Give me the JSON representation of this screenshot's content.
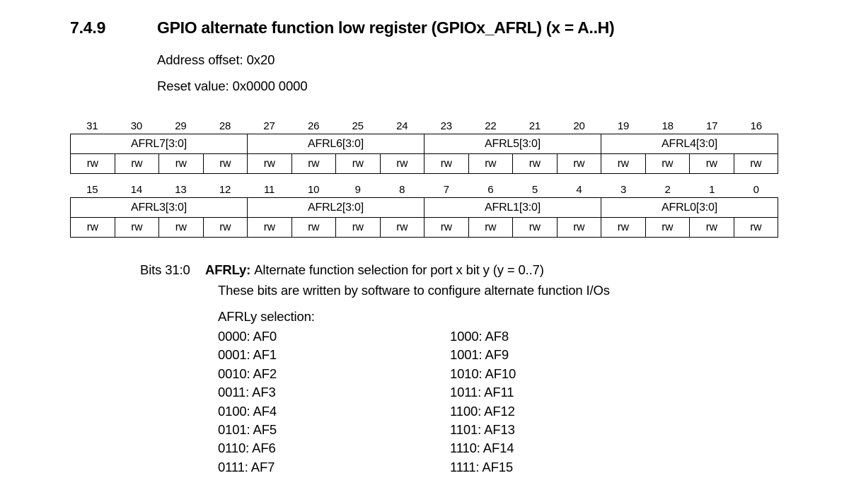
{
  "heading": {
    "number": "7.4.9",
    "title": "GPIO alternate function low register (GPIOx_AFRL) (x = A..H)"
  },
  "meta": {
    "address_offset": "Address offset: 0x20",
    "reset_value": "Reset value: 0x0000 0000"
  },
  "register": {
    "access_label": "rw",
    "high": {
      "bits": [
        "31",
        "30",
        "29",
        "28",
        "27",
        "26",
        "25",
        "24",
        "23",
        "22",
        "21",
        "20",
        "19",
        "18",
        "17",
        "16"
      ],
      "fields": [
        {
          "name": "AFRL7[3:0]",
          "span": 4
        },
        {
          "name": "AFRL6[3:0]",
          "span": 4
        },
        {
          "name": "AFRL5[3:0]",
          "span": 4
        },
        {
          "name": "AFRL4[3:0]",
          "span": 4
        }
      ],
      "access": [
        "rw",
        "rw",
        "rw",
        "rw",
        "rw",
        "rw",
        "rw",
        "rw",
        "rw",
        "rw",
        "rw",
        "rw",
        "rw",
        "rw",
        "rw",
        "rw"
      ]
    },
    "low": {
      "bits": [
        "15",
        "14",
        "13",
        "12",
        "11",
        "10",
        "9",
        "8",
        "7",
        "6",
        "5",
        "4",
        "3",
        "2",
        "1",
        "0"
      ],
      "fields": [
        {
          "name": "AFRL3[3:0]",
          "span": 4
        },
        {
          "name": "AFRL2[3:0]",
          "span": 4
        },
        {
          "name": "AFRL1[3:0]",
          "span": 4
        },
        {
          "name": "AFRL0[3:0]",
          "span": 4
        }
      ],
      "access": [
        "rw",
        "rw",
        "rw",
        "rw",
        "rw",
        "rw",
        "rw",
        "rw",
        "rw",
        "rw",
        "rw",
        "rw",
        "rw",
        "rw",
        "rw",
        "rw"
      ]
    }
  },
  "description": {
    "bits_range": "Bits 31:0",
    "field_name": "AFRLy:",
    "field_text": "Alternate function selection for port x bit y (y = 0..7)",
    "sub_text": "These bits are written by software to configure alternate function I/Os",
    "selection_title": "AFRLy selection:",
    "selection_left": [
      "0000: AF0",
      "0001: AF1",
      "0010: AF2",
      "0011: AF3",
      "0100: AF4",
      "0101: AF5",
      "0110: AF6",
      "0111: AF7"
    ],
    "selection_right": [
      "1000: AF8",
      "1001: AF9",
      "1010: AF10",
      "1011: AF11",
      "1100: AF12",
      "1101: AF13",
      "1110: AF14",
      "1111: AF15"
    ]
  },
  "colors": {
    "page_background": "#ffffff",
    "text": "#000000",
    "table_border": "#000000"
  }
}
